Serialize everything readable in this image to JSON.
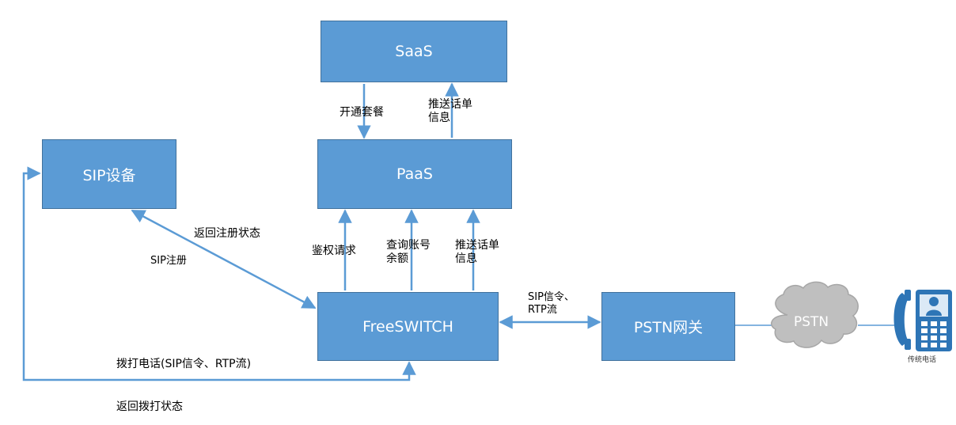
{
  "nodes": {
    "saas": "SaaS",
    "paas": "PaaS",
    "sip_device": "SIP设备",
    "freeswitch": "FreeSWITCH",
    "pstn_gateway": "PSTN网关",
    "pstn": "PSTN",
    "phone_caption": "传统电话"
  },
  "edges": {
    "open_package": "开通套餐",
    "push_bill_top": "推送话单\n信息",
    "return_register_status": "返回注册状态",
    "sip_register": "SIP注册",
    "auth_request": "鉴权请求",
    "query_balance": "查询账号\n余额",
    "push_bill_bottom": "推送话单\n信息",
    "sip_signal_rtp": "SIP信令、\nRTP流",
    "dial_call": "拨打电话(SIP信令、RTP流)",
    "return_dial_status": "返回拨打状态"
  },
  "colors": {
    "box_fill": "#5b9bd5",
    "box_border": "#41719c",
    "connector": "#5b9bd5",
    "cloud_fill": "#bfbfbf",
    "phone": "#2e75b6"
  }
}
